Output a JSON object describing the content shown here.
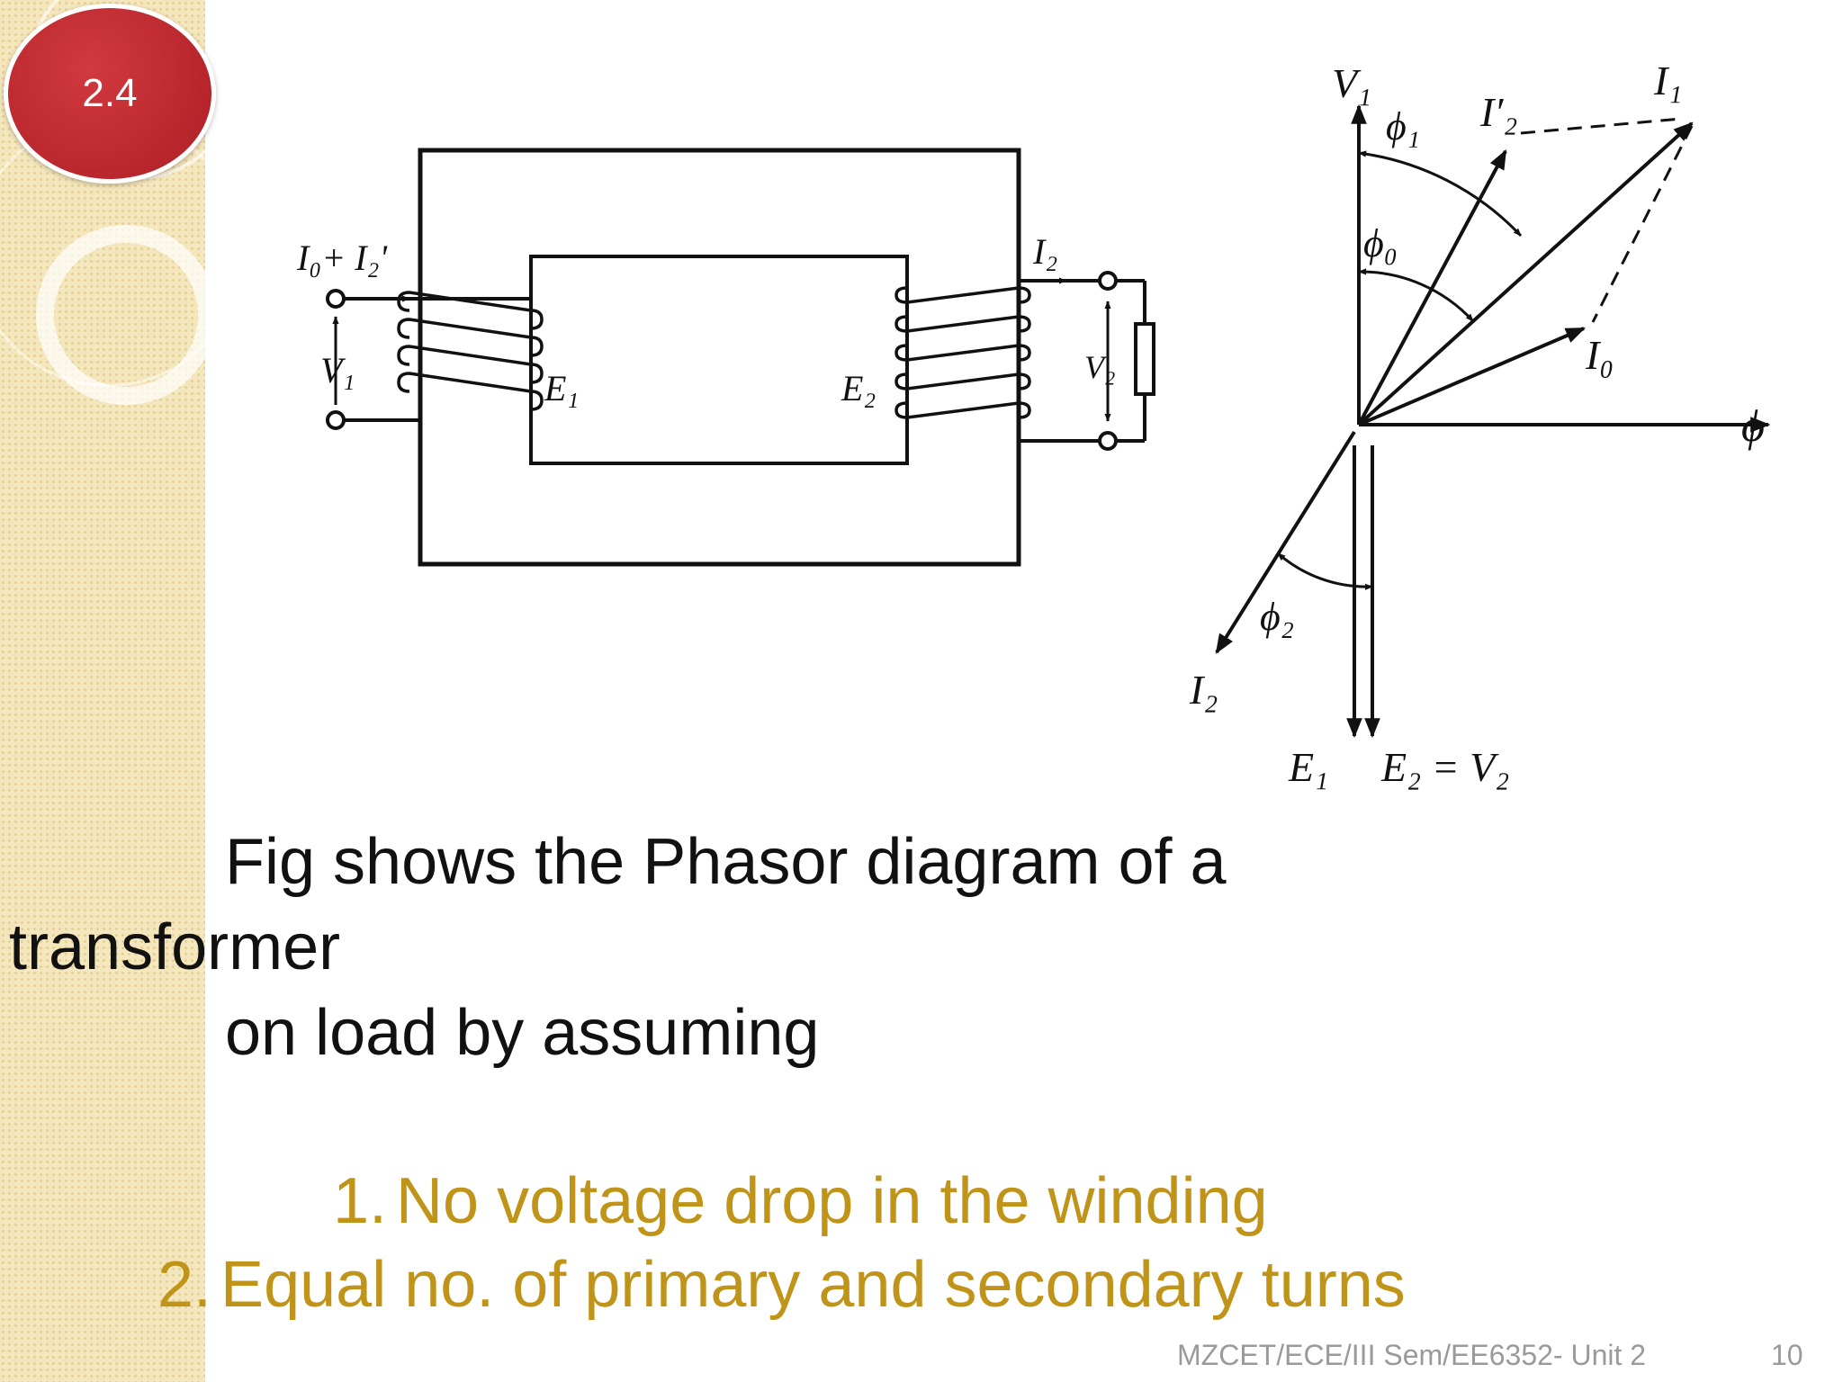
{
  "slide": {
    "badge": "2.4",
    "paragraph": {
      "line1": "Fig shows the Phasor diagram of a",
      "line2": "transformer",
      "line3": "on  load by assuming"
    },
    "assumptions": [
      {
        "number": "1.",
        "text": "No voltage drop in the winding"
      },
      {
        "number": "2.",
        "text": "Equal no. of primary and secondary turns"
      }
    ],
    "footer": {
      "course": "MZCET/ECE/III Sem/EE6352- Unit 2",
      "page": "10"
    },
    "colors": {
      "badge": "#b8262c",
      "list_text": "#bf9418",
      "strip": "#f4e6bd"
    }
  },
  "circuit": {
    "label_input_current": "I₀+ I₂'",
    "label_v1": "V₁",
    "label_e1": "E₁",
    "label_e2": "E₂",
    "label_i2": "I₂",
    "label_v2": "V₂"
  },
  "phasor": {
    "label_v1": "V₁",
    "label_i2_prime": "I′₂",
    "label_i1": "I₁",
    "label_phi1": "ϕ₁",
    "label_phi0": "ϕ₀",
    "label_i0": "I₀",
    "label_phi": "ϕ",
    "label_phi2": "ϕ₂",
    "label_i2": "I₂",
    "label_e1": "E₁",
    "label_e2_v2": "E₂ = V₂"
  }
}
